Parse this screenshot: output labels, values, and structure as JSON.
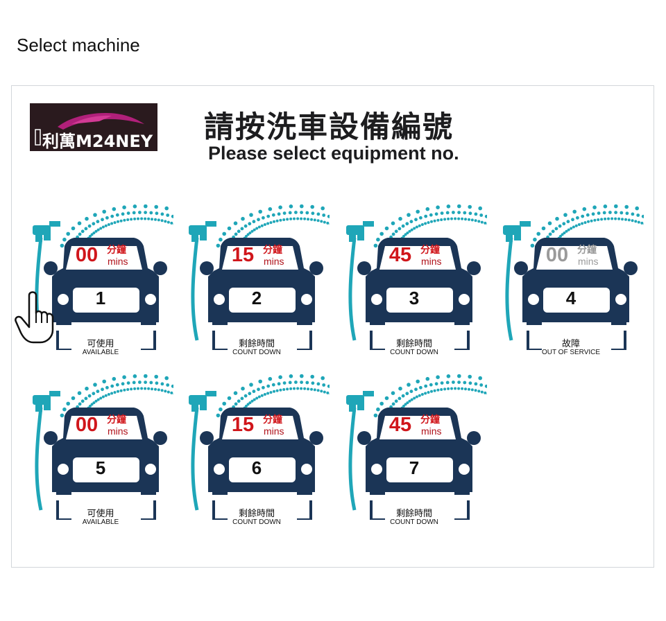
{
  "page": {
    "heading": "Select machine"
  },
  "banner": {
    "logo_text": "利萬M24NEY",
    "title_zh": "請按洗車設備編號",
    "title_en": "Please select equipment no."
  },
  "colors": {
    "car_body": "#1b3556",
    "hose": "#1fa6b8",
    "timer_active": "#d0161b",
    "timer_disabled": "#9a9a9a",
    "unit_en_active": "#b0121a"
  },
  "machines": [
    {
      "number": "1",
      "timer": "00",
      "unit_zh": "分鐘",
      "unit_en": "mins",
      "status_zh": "可使用",
      "status_en": "AVAILABLE",
      "state": "available"
    },
    {
      "number": "2",
      "timer": "15",
      "unit_zh": "分鐘",
      "unit_en": "mins",
      "status_zh": "剩餘時間",
      "status_en": "COUNT DOWN",
      "state": "countdown"
    },
    {
      "number": "3",
      "timer": "45",
      "unit_zh": "分鐘",
      "unit_en": "mins",
      "status_zh": "剩餘時間",
      "status_en": "COUNT DOWN",
      "state": "countdown"
    },
    {
      "number": "4",
      "timer": "00",
      "unit_zh": "分鐘",
      "unit_en": "mins",
      "status_zh": "故障",
      "status_en": "OUT OF SERVICE",
      "state": "out_of_service"
    },
    {
      "number": "5",
      "timer": "00",
      "unit_zh": "分鐘",
      "unit_en": "mins",
      "status_zh": "可使用",
      "status_en": "AVAILABLE",
      "state": "available"
    },
    {
      "number": "6",
      "timer": "15",
      "unit_zh": "分鐘",
      "unit_en": "mins",
      "status_zh": "剩餘時間",
      "status_en": "COUNT DOWN",
      "state": "countdown"
    },
    {
      "number": "7",
      "timer": "45",
      "unit_zh": "分鐘",
      "unit_en": "mins",
      "status_zh": "剩餘時間",
      "status_en": "COUNT DOWN",
      "state": "countdown"
    }
  ],
  "icons": {
    "pointer": "hand-pointer-icon",
    "car": "car-icon",
    "hose": "spray-hose-icon"
  }
}
